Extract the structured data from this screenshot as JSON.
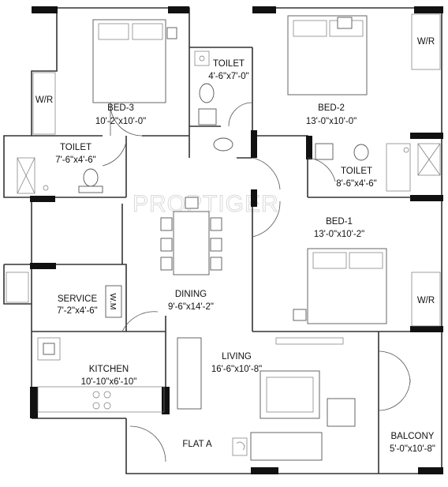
{
  "watermark": "PROPTIGER",
  "plan_title": "FLAT A",
  "rooms": [
    {
      "id": "bed3",
      "name": "BED-3",
      "size": "10'-2\"x10'-0\""
    },
    {
      "id": "toilet_top",
      "name": "TOILET",
      "size": "4'-6\"x7'-0\""
    },
    {
      "id": "bed2",
      "name": "BED-2",
      "size": "13'-0\"x10'-0\""
    },
    {
      "id": "toilet_left",
      "name": "TOILET",
      "size": "7'-6\"x4'-6\""
    },
    {
      "id": "toilet_right",
      "name": "TOILET",
      "size": "8'-6\"x4'-6\""
    },
    {
      "id": "bed1",
      "name": "BED-1",
      "size": "13'-0\"x10'-2\""
    },
    {
      "id": "service",
      "name": "SERVICE",
      "size": "7'-2\"x4'-6\""
    },
    {
      "id": "dining",
      "name": "DINING",
      "size": "9'-6\"x14'-2\""
    },
    {
      "id": "kitchen",
      "name": "KITCHEN",
      "size": "10'-10\"x6'-10\""
    },
    {
      "id": "living",
      "name": "LIVING",
      "size": "16'-6\"x10'-8\""
    },
    {
      "id": "balcony",
      "name": "BALCONY",
      "size": "5'-0\"x10'-8\""
    }
  ],
  "wardrobe_labels": [
    "W/R",
    "W/R",
    "W/R"
  ],
  "washing_machine_label": "W.M"
}
